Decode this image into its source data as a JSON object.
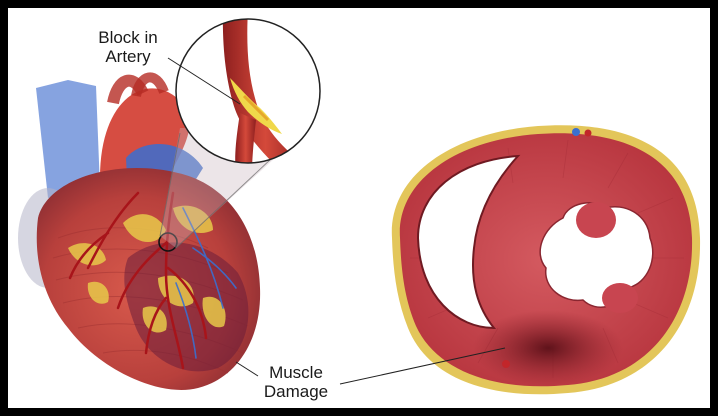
{
  "labels": {
    "block_line1": "Block in",
    "block_line2": "Artery",
    "damage_line1": "Muscle",
    "damage_line2": "Damage"
  },
  "colors": {
    "border": "#000000",
    "muscle": "#c8414a",
    "muscle_dark": "#9e2a33",
    "fat": "#e8c94a",
    "vein": "#3a6fd0",
    "aorta": "#d23a2e",
    "infarct": "#6e1a22"
  }
}
